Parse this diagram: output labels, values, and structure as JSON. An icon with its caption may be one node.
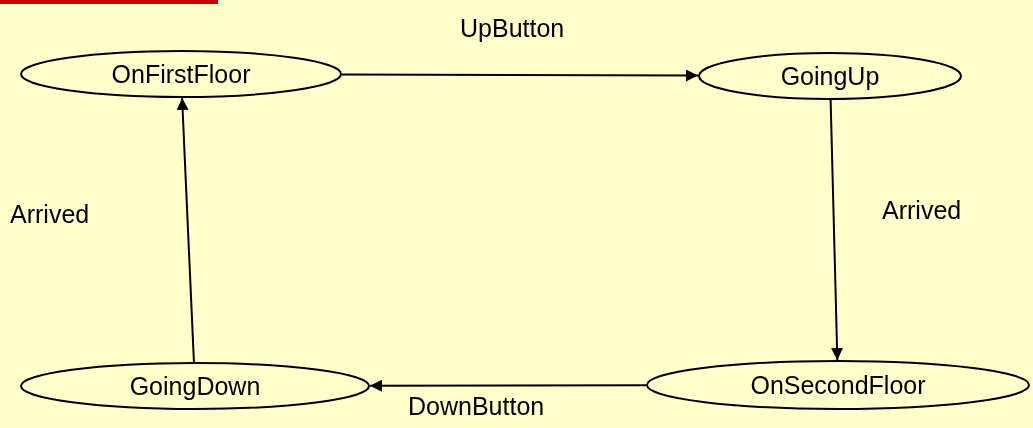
{
  "diagram": {
    "nodes": [
      {
        "text": [
          "OnFirstFloor"
        ]
      },
      {
        "text": [
          "GoingUp"
        ]
      },
      {
        "text": [
          "GoingDown"
        ]
      },
      {
        "text": [
          "OnSecondFloor"
        ]
      }
    ],
    "edges": [
      {
        "from": 0,
        "to": 1,
        "arrow": "to",
        "label": "UpButton"
      },
      {
        "from": 1,
        "to": 3,
        "arrow": "to",
        "label": "Arrived"
      },
      {
        "from": 3,
        "to": 2,
        "arrow": "to",
        "label": "DownButton"
      },
      {
        "from": 2,
        "to": 0,
        "arrow": "to",
        "label": "Arrived"
      }
    ]
  }
}
